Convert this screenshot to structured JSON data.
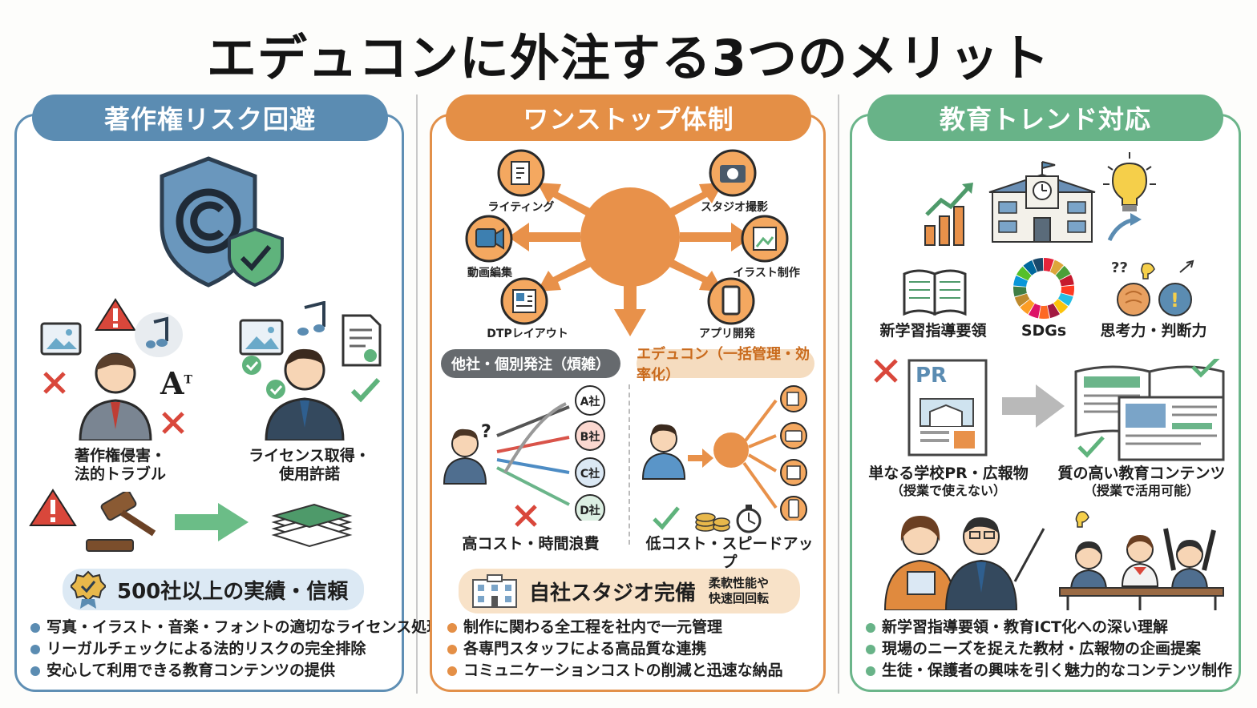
{
  "title": "エデュコンに外注する3つのメリット",
  "colors": {
    "blue": "#5b8cb2",
    "orange": "#e48f46",
    "green": "#68b388"
  },
  "panels": {
    "copyright": {
      "header": "著作権リスク回避",
      "left_caption_l1": "著作権侵害・",
      "left_caption_l2": "法的トラブル",
      "right_caption_l1": "ライセンス取得・",
      "right_caption_l2": "使用許諾",
      "banner": "500社以上の実績・信頼",
      "bullets": [
        "写真・イラスト・音楽・フォントの適切なライセンス処理",
        "リーガルチェックによる法的リスクの完全排除",
        "安心して利用できる教育コンテンツの提供"
      ],
      "icons": [
        "shield-copyright-icon",
        "warning-icon",
        "music-note-icon",
        "image-icon",
        "gavel-icon",
        "document-icon",
        "check-icon",
        "cross-icon"
      ]
    },
    "onestop": {
      "header": "ワンストップ体制",
      "hub": [
        "ライティング",
        "スタジオ撮影",
        "動画編集",
        "イラスト制作",
        "DTPレイアウト",
        "アプリ開発"
      ],
      "tag_left": "他社・個別発注（煩雑）",
      "tag_right": "エデュコン（一括管理・効率化）",
      "companies": [
        "A社",
        "B社",
        "C社",
        "D社"
      ],
      "left_result": "高コスト・時間浪費",
      "right_result": "低コスト・スピードアップ",
      "banner": "自社スタジオ完備",
      "banner_sub_l1": "柔軟性能や",
      "banner_sub_l2": "快速回回転",
      "bullets": [
        "制作に関わる全工程を社内で一元管理",
        "各専門スタッフによる高品質な連携",
        "コミュニケーションコストの削減と迅速な納品"
      ],
      "icons": [
        "pen-icon",
        "camera-icon",
        "video-icon",
        "illustration-icon",
        "layout-icon",
        "smartphone-icon",
        "building-icon",
        "stopwatch-icon",
        "coins-icon"
      ]
    },
    "trend": {
      "header": "教育トレンド対応",
      "items": [
        "新学習指導要領",
        "SDGs",
        "思考力・判断力"
      ],
      "pr_text": "PR",
      "left_caption_l1": "単なる学校PR・広報物",
      "left_caption_l2": "（授業で使えない）",
      "right_caption_l1": "質の高い教育コンテンツ",
      "right_caption_l2": "（授業で活用可能）",
      "bullets": [
        "新学習指導要領・教育ICT化への深い理解",
        "現場のニーズを捉えた教材・広報物の企画提案",
        "生徒・保護者の興味を引く魅力的なコンテンツ制作"
      ],
      "icons": [
        "growth-chart-icon",
        "school-icon",
        "lightbulb-icon",
        "book-icon",
        "sdgs-wheel-icon",
        "brain-icon",
        "arrow-right-icon"
      ]
    }
  }
}
